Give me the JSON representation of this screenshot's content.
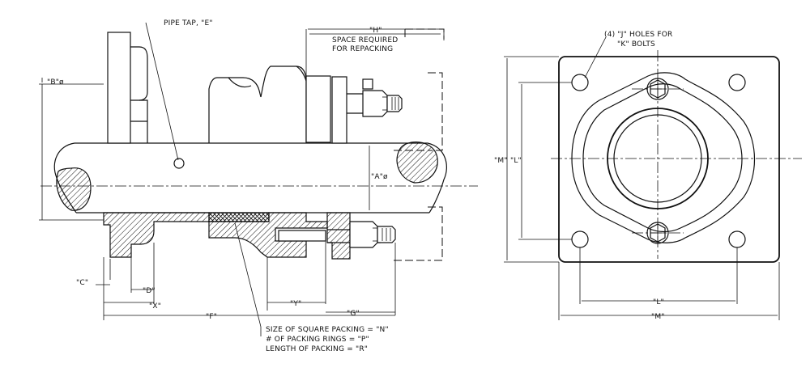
{
  "labels": {
    "pipe_tap": "PIPE TAP, \"E\"",
    "h": "\"H\"",
    "space_line1": "SPACE REQUIRED",
    "space_line2": "FOR REPACKING",
    "b": "\"B\"ø",
    "a": "\"A\"ø",
    "c": "\"C\"",
    "d": "\"D\"",
    "x": "\"X\"",
    "y": "\"Y\"",
    "g": "\"G\"",
    "f": "\"F\"",
    "note1": "SIZE OF SQUARE PACKING = \"N\"",
    "note2": "# OF PACKING RINGS = \"P\"",
    "note3": "LENGTH OF PACKING = \"R\"",
    "holes_line1": "(4) \"J\" HOLES FOR",
    "holes_line2": "\"K\" BOLTS",
    "m_left": "\"M\"",
    "l_left": "\"L\"",
    "l_bottom": "\"L\"",
    "m_bottom": "\"M\""
  }
}
